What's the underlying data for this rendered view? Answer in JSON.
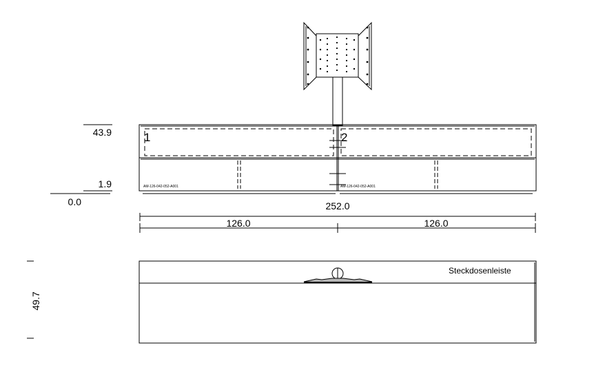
{
  "front_view": {
    "height_marks": [
      {
        "label": "43.9"
      },
      {
        "label": "1.9"
      },
      {
        "label": "0.0"
      }
    ],
    "module_numbers": [
      "1",
      "2"
    ],
    "part_codes": [
      "AM-126-042-052-A001",
      "AM-126-042-052-A001"
    ],
    "total_width": "252.0",
    "segment_widths": [
      "126.0",
      "126.0"
    ]
  },
  "side_view": {
    "height": "49.7",
    "power_strip_label": "Steckdosenleiste"
  }
}
